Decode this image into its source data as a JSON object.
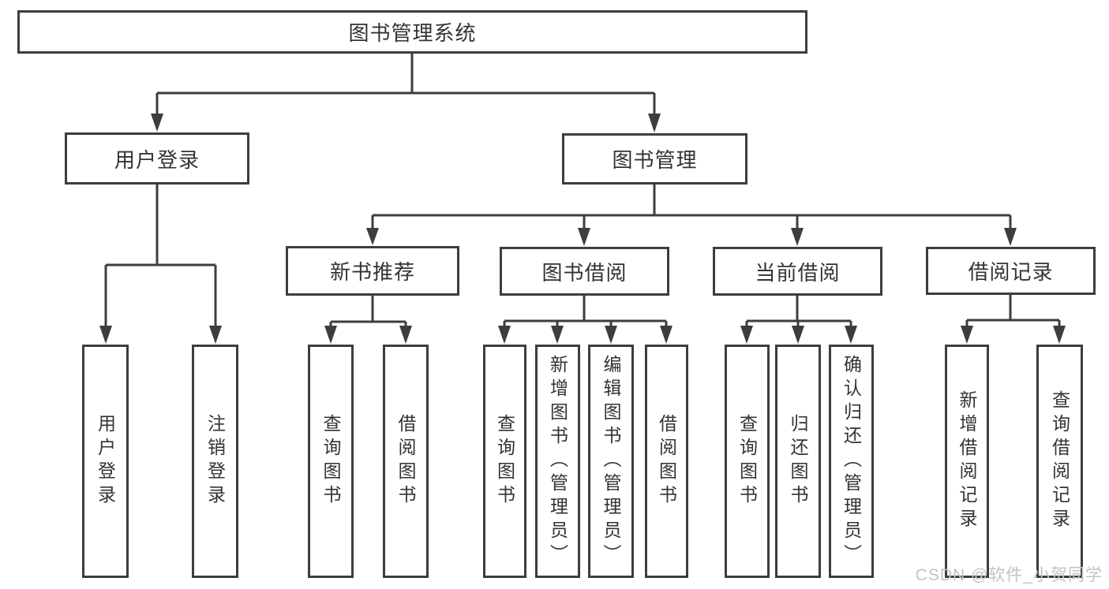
{
  "diagram_title": "图书管理系统",
  "nodes": {
    "root": "图书管理系统",
    "user_login": "用户登录",
    "book_management": "图书管理",
    "new_book_recommend": "新书推荐",
    "book_borrowing": "图书借阅",
    "current_borrowing": "当前借阅",
    "borrowing_records": "借阅记录",
    "leaf_user_login": "用户登录",
    "leaf_logout": "注销登录",
    "rec_search_books": "查询图书",
    "rec_borrow_books": "借阅图书",
    "bb_search_books": "查询图书",
    "bb_add_books": "新增图书（管理员）",
    "bb_edit_books": "编辑图书（管理员）",
    "bb_borrow_books": "借阅图书",
    "cb_search_books": "查询图书",
    "cb_return_books": "归还图书",
    "cb_confirm_return": "确认归还（管理员）",
    "br_add_record": "新增借阅记录",
    "br_search_record": "查询借阅记录"
  },
  "hierarchy": {
    "图书管理系统": [
      "用户登录",
      "图书管理"
    ],
    "用户登录": [
      "用户登录",
      "注销登录"
    ],
    "图书管理": [
      "新书推荐",
      "图书借阅",
      "当前借阅",
      "借阅记录"
    ],
    "新书推荐": [
      "查询图书",
      "借阅图书"
    ],
    "图书借阅": [
      "查询图书",
      "新增图书（管理员）",
      "编辑图书（管理员）",
      "借阅图书"
    ],
    "当前借阅": [
      "查询图书",
      "归还图书",
      "确认归还（管理员）"
    ],
    "借阅记录": [
      "新增借阅记录",
      "查询借阅记录"
    ]
  },
  "watermark": "CSDN @软件_小贺同学",
  "colors": {
    "line": "#3d3d3d",
    "border": "#3d3d3d",
    "text": "#333333",
    "watermark": "#c3c3c3",
    "background": "#ffffff"
  }
}
